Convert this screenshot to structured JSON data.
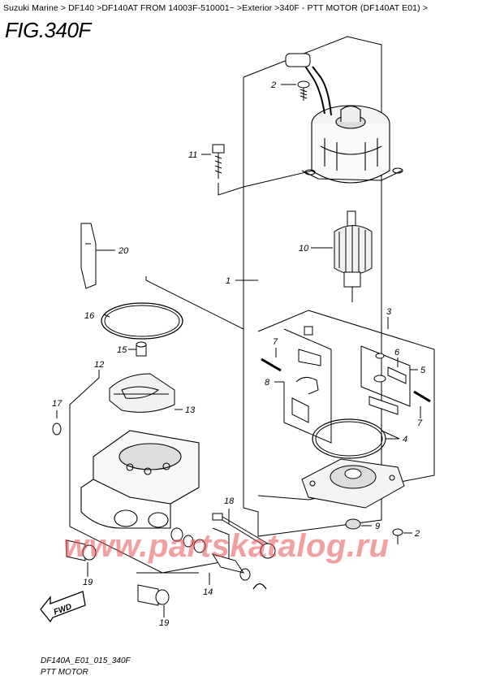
{
  "breadcrumb": "Suzuki Marine > DF140 >DF140AT FROM 14003F-510001~ >Exterior >340F - PTT MOTOR (DF140AT E01) >",
  "figure_title": "FIG.340F",
  "footer_code": "DF140A_E01_015_340F",
  "footer_name": "PTT MOTOR",
  "watermark": "www.partskatalog.ru",
  "fwd_label": "FWD",
  "part_numbers": {
    "p1": "1",
    "p2a": "2",
    "p2b": "2",
    "p3": "3",
    "p4": "4",
    "p5": "5",
    "p6": "6",
    "p7a": "7",
    "p7b": "7",
    "p8": "8",
    "p9": "9",
    "p10": "10",
    "p11": "11",
    "p12": "12",
    "p13": "13",
    "p14": "14",
    "p15": "15",
    "p16": "16",
    "p17": "17",
    "p18": "18",
    "p19a": "19",
    "p19b": "19",
    "p20": "20"
  }
}
